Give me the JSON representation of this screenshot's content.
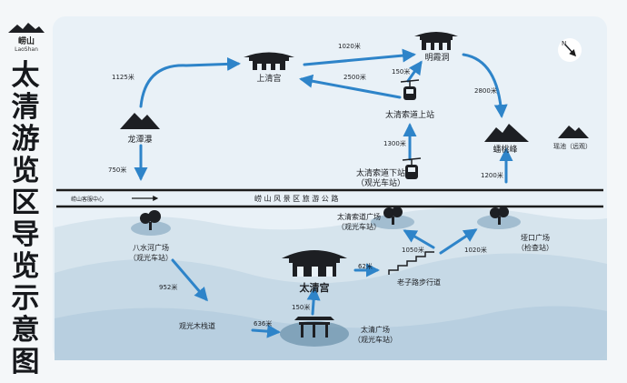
{
  "logo": {
    "name": "崂山",
    "sub": "LaoShan"
  },
  "title_chars": [
    "太",
    "清",
    "游",
    "览",
    "区",
    "导",
    "览",
    "示",
    "意",
    "图"
  ],
  "road": {
    "label": "崂 山 风 景 区 旅 游 公 路",
    "start": "崂山客服中心"
  },
  "places": {
    "shangqinggong": "上清宫",
    "mingxiadong": "明霞洞",
    "longtanpu": "龙潭瀑",
    "cableway_top": "太清索道上站",
    "cableway_bottom": [
      "太清索道下站",
      "（观光车站）"
    ],
    "pantaofeng": "蟠桃峰",
    "yaochi": "瑶池（远观）",
    "cableway_plaza": [
      "太清索道广场",
      "（观光车站）"
    ],
    "dikou_plaza": [
      "垭口广场",
      "（检查站）"
    ],
    "bashuihe": [
      "八水河广场",
      "（观光车站）"
    ],
    "taiqinggong": "太清宫",
    "laozi_path": "老子路步行道",
    "plank_road": "观光木栈道",
    "taiqing_plaza": [
      "太清广场",
      "（观光车站）"
    ]
  },
  "distances": {
    "shangqing_mingxia": "1020米",
    "mingxia_shangqing": "2500米",
    "longtan_shangqing": "1125米",
    "mingxia_cabletop": "150米",
    "mingxia_pantao": "2800米",
    "cable": "1300米",
    "pantao_dikou": "1200米",
    "longtan_bashui": "750米",
    "bashui_plank": "952米",
    "plank_plaza": "636米",
    "plaza_gong": "150米",
    "gong_laozi": "62米",
    "laozi_cableplaza": "1050米",
    "dikou_laozi": "1020米"
  },
  "compass": "N"
}
